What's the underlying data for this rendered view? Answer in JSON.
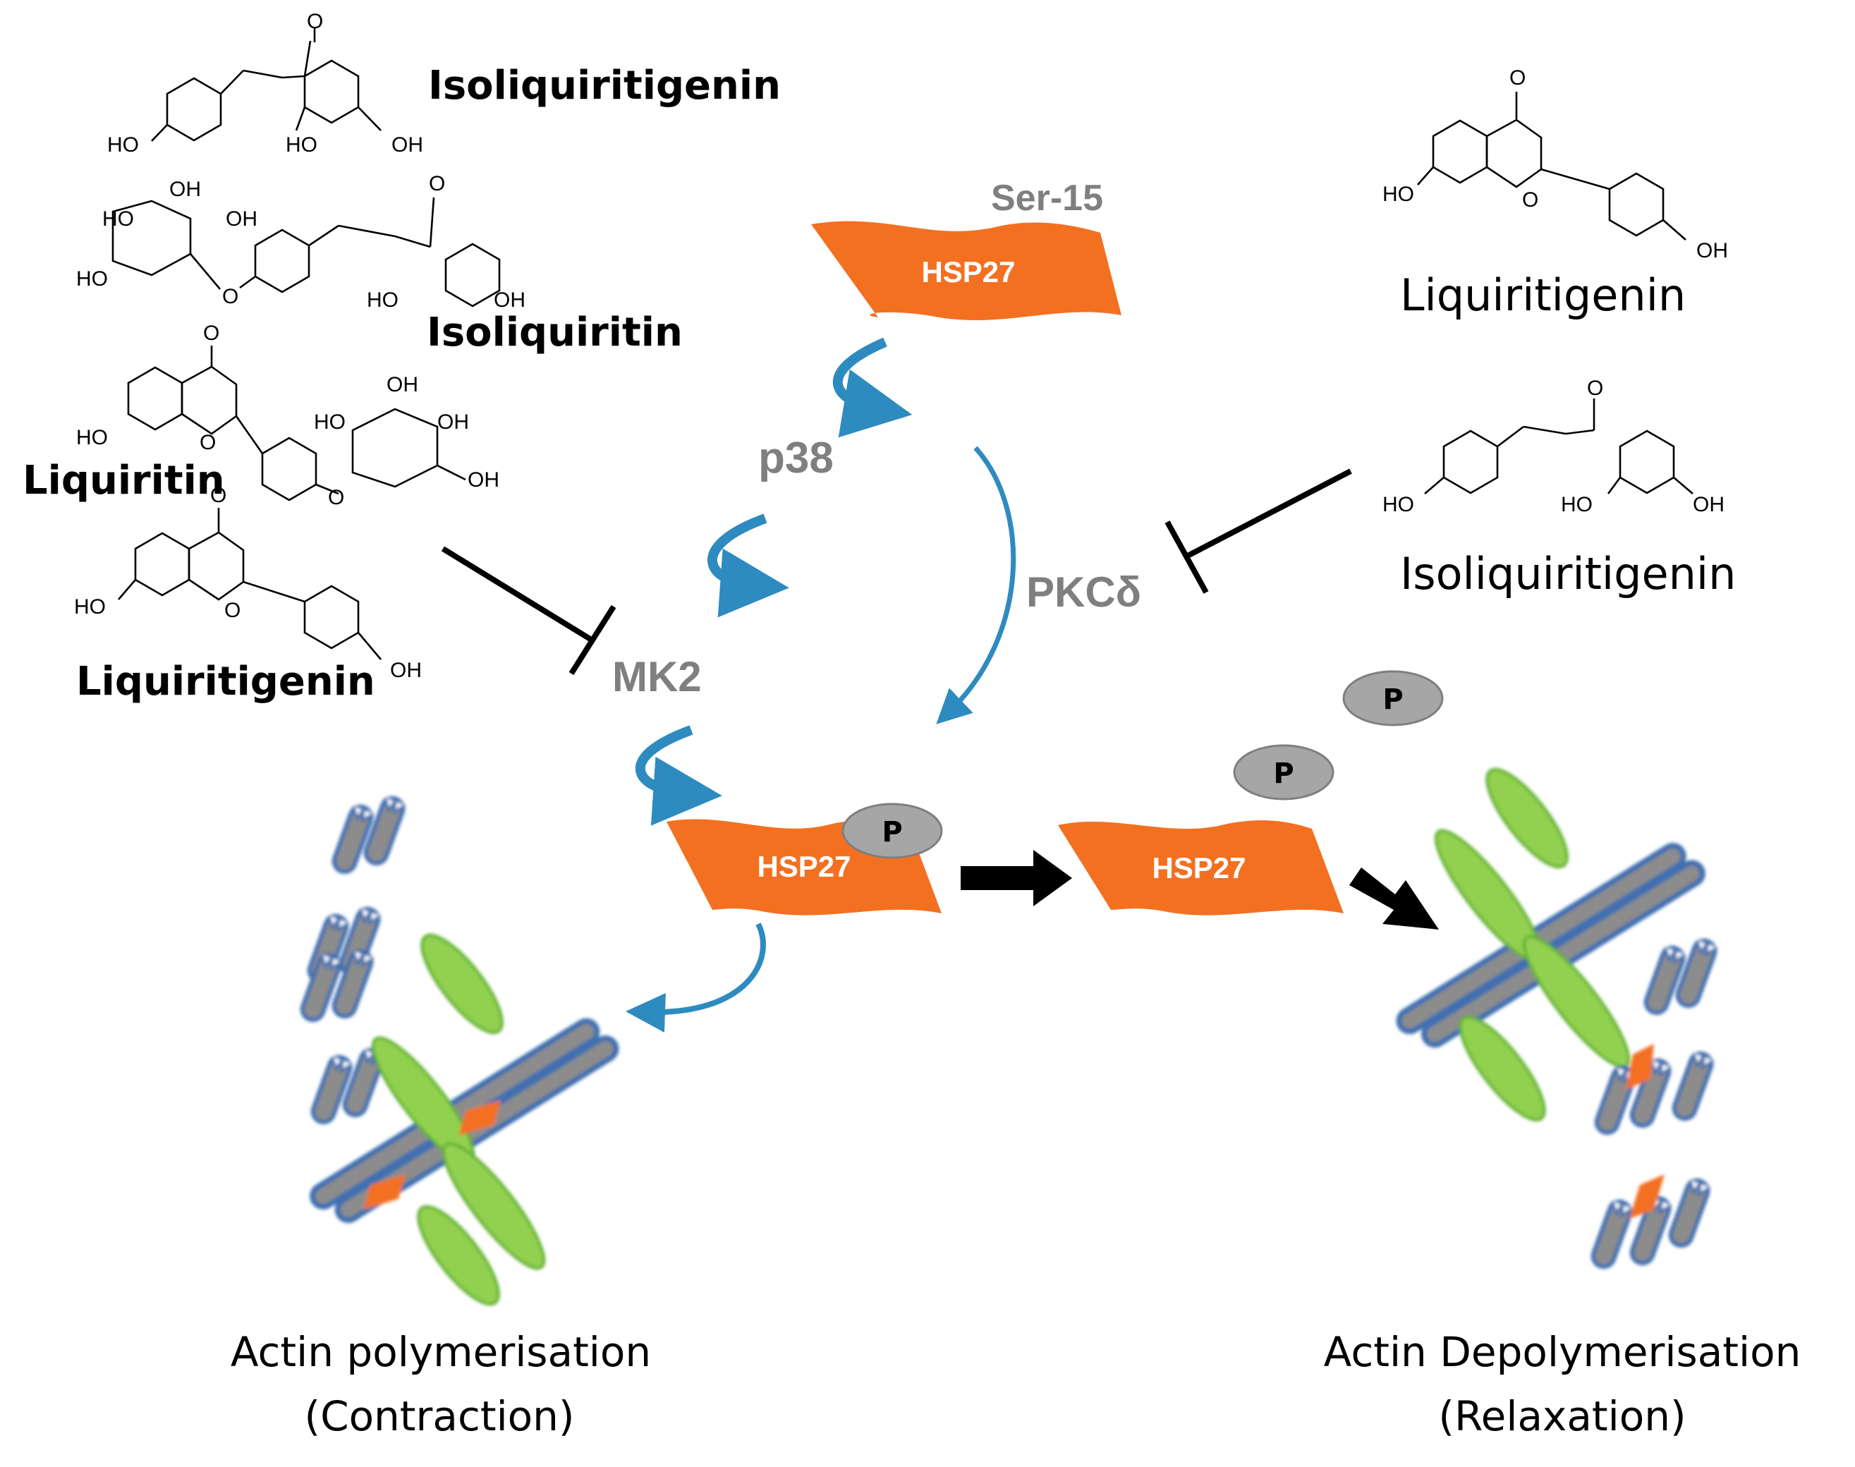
{
  "compounds": {
    "isoliquiritigenin_top_left": "Isoliquiritigenin",
    "isoliquiritin": "Isoliquiritin",
    "liquiritin": "Liquiritin",
    "liquiritigenin_left": "Liquiritigenin",
    "liquiritigenin_right": "Liquiritigenin",
    "isoliquiritigenin_right": "Isoliquiritigenin"
  },
  "atoms": {
    "ho": "HO",
    "oh": "OH",
    "o": "O"
  },
  "nodes": {
    "hsp27": "HSP27",
    "ser15": "Ser-15",
    "p38": "p38",
    "mk2": "MK2",
    "pkc": "PKCδ",
    "phospho": "P"
  },
  "outcomes": {
    "left_line1": "Actin polymerisation",
    "left_line2": "(Contraction)",
    "right_line1": "Actin Depolymerisation",
    "right_line2": "(Relaxation)"
  },
  "colors": {
    "hsp27_fill": "#f37021",
    "curve_arrow": "#2e8bc0",
    "kinase_text": "#7f7f7f",
    "phospho_fill": "#a6a6a6",
    "actin_fill": "#8c8c8c",
    "actin_stroke": "#3f6fb0",
    "myosin_fill": "#92d050",
    "inhibit_line": "#000000"
  }
}
